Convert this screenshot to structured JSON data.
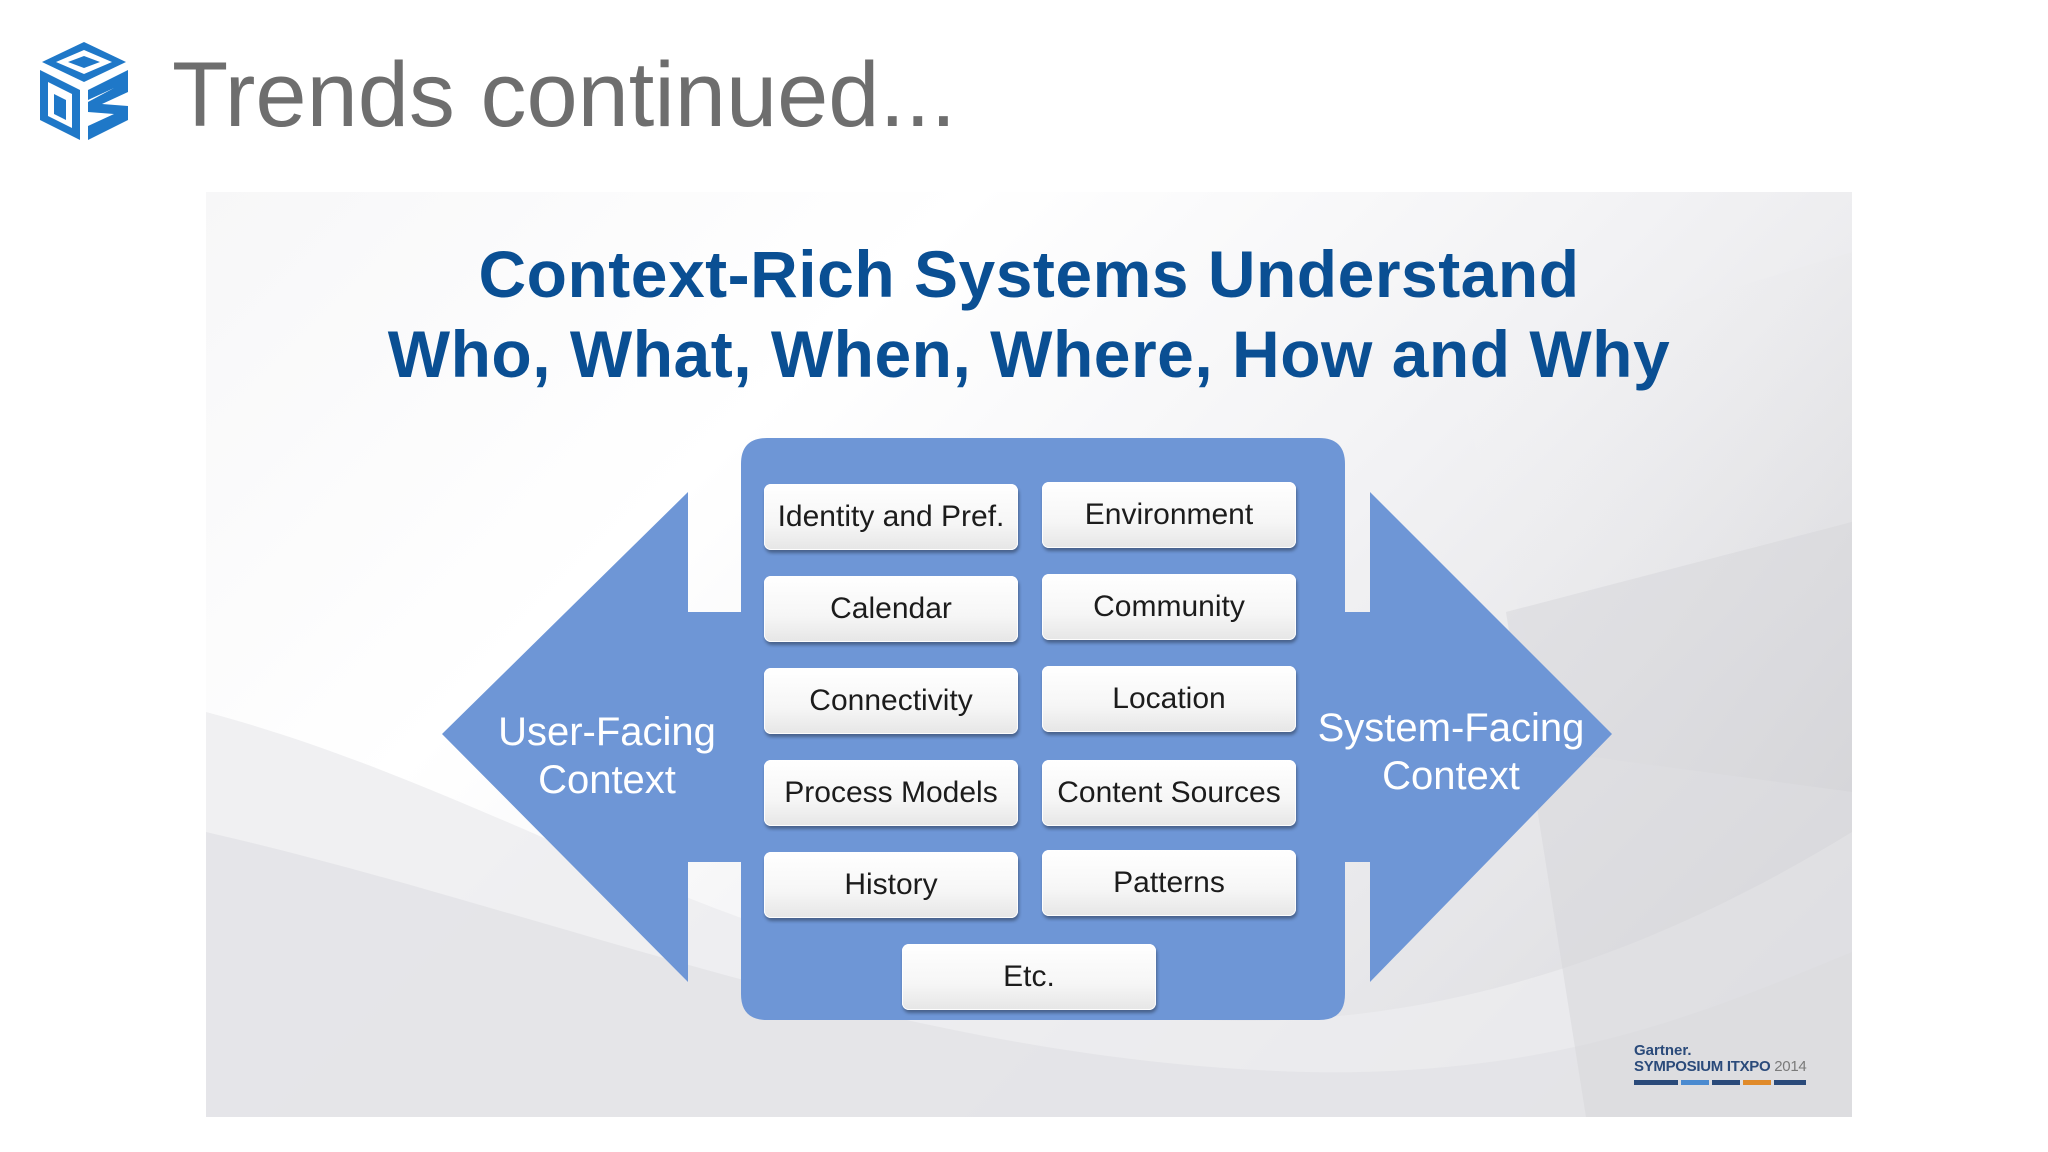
{
  "header": {
    "title": "Trends continued...",
    "logo_icon": "cube-stack-logo-icon"
  },
  "slide": {
    "headline_line1": "Context-Rich Systems Understand",
    "headline_line2": "Who, What, When, Where, How and Why",
    "left_label_line1": "User-Facing",
    "left_label_line2": "Context",
    "right_label_line1": "System-Facing",
    "right_label_line2": "Context",
    "boxes": [
      "Identity and Pref.",
      "Environment",
      "Calendar",
      "Community",
      "Connectivity",
      "Location",
      "Process Models",
      "Content Sources",
      "History",
      "Patterns",
      "Etc."
    ],
    "brand": {
      "name": "Gartner.",
      "event": "SYMPOSIUM ITXPO",
      "year": "2014"
    }
  },
  "colors": {
    "title_gray": "#6e6e6e",
    "headline_blue": "#0a4f93",
    "arrow_blue": "#6e96d6",
    "logo_blue": "#1f78c8"
  }
}
